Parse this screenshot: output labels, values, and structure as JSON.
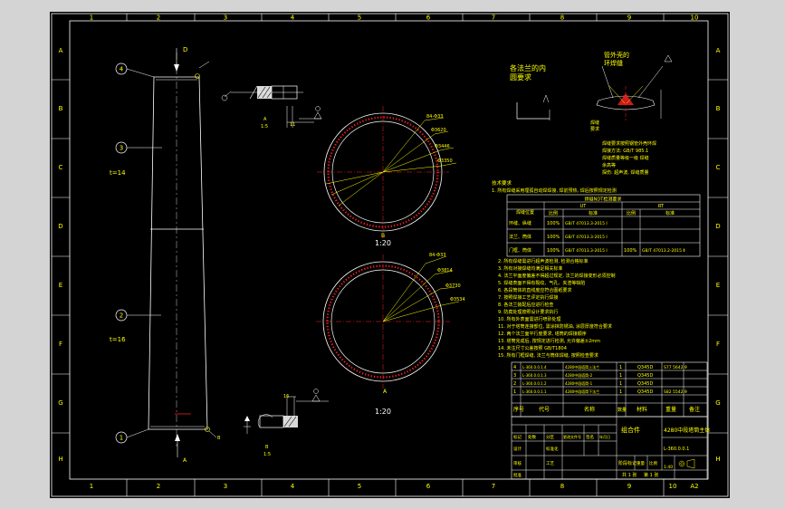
{
  "drawing": {
    "columns": [
      "1",
      "2",
      "3",
      "4",
      "5",
      "6",
      "7",
      "8",
      "9",
      "10"
    ],
    "rows": [
      "A",
      "B",
      "C",
      "D",
      "E",
      "F",
      "G",
      "H"
    ],
    "sheet_size": "A2",
    "balloons": [
      "4",
      "3",
      "2",
      "1"
    ],
    "thickness_upper": "t=14",
    "thickness_lower": "t=16",
    "view_arrow_top": "D",
    "view_arrow_bottom": "A",
    "section_b_label": "B",
    "section_b_scale": "1:20",
    "section_a_label": "A",
    "section_a_scale": "1:20",
    "detail_top_label": "A",
    "detail_top_scale": "1:5",
    "detail_bottom_label": "B",
    "detail_bottom_scale": "1:5",
    "dim_small": "11",
    "dim_bottom": "16",
    "ring_top_dims": [
      "84-Φ33",
      "Φ3620",
      "Φ3446",
      "Φ3350"
    ],
    "ring_bottom_dims": [
      "84-Φ33",
      "Φ3814",
      "Φ3730",
      "Φ3534"
    ],
    "flange_note_1": "各法兰的内",
    "flange_note_2": "圆要求",
    "weld_note_1": "管外壳的",
    "weld_note_2": "环焊缝",
    "weld_side_labels": [
      "焊缝",
      "要求"
    ],
    "weld_spec_lines": [
      "焊缝要求按照钢管外壳环焊",
      "焊接方法: GB/T 985.1",
      "焊缝质量等级一级 焊缝",
      "余高等",
      "探伤: 超声波, 焊缝质量"
    ],
    "tech_title": "技术要求",
    "tech_lines": [
      "1. 所有焊缝采用埋弧自动焊焊接, 焊前预热, 焊后按照规定检测",
      "2. 所有焊缝需进行超声波检测, 检测合格标准",
      "3. 所有对接焊缝均满足相关标准",
      "4. 法兰平面度偏差不得超过规定, 法兰的焊接变形必须控制",
      "5. 焊缝表面不得有裂纹、气孔、夹渣等缺陷",
      "6. 各段筒体的直线度应符合图纸要求",
      "7. 按照焊接工艺评定执行焊接",
      "8. 各法兰装配后应进行检查",
      "9. 防腐处理按照设计要求执行",
      "10. 所有外表面需进行喷砂处理",
      "11. 对于塔筒连接部位, 需涂抹防锈油, 涂层厚度符合要求",
      "12. 两个法兰面平行度要求, 塔筒的焊接顺序",
      "13. 塔筒完成后, 按规定进行检测, 允许偏差±2mm",
      "14. 未注尺寸公差按照 GB/T1804",
      "15. 所有门框焊缝, 法兰与筒体焊缝, 按照检查要求"
    ],
    "inspection_table": {
      "title": "焊缝NDT检测要求",
      "header": [
        "焊缝位置",
        "UT",
        "",
        "RT",
        ""
      ],
      "subheader": [
        "",
        "比例",
        "标准",
        "比例",
        "标准"
      ],
      "rows": [
        [
          "环缝、纵缝",
          "100%",
          "GB/T 47013.3-2015 Ⅰ",
          "",
          ""
        ],
        [
          "法兰、筒体",
          "100%",
          "GB/T 47013.3-2015 Ⅰ",
          "",
          ""
        ],
        [
          "门框、筒体",
          "100%",
          "GB/T 47013.3-2015 Ⅰ",
          "100%",
          "GB/T 47013.2-2015 Ⅱ"
        ]
      ]
    },
    "bom_rows": [
      [
        "4",
        "L-360.0.0.1.4",
        "4280中段塔筒上法兰",
        "1",
        "Q345D",
        "",
        "S77 5642.9"
      ],
      [
        "3",
        "L-360.0.0.1.3",
        "4280中段塔筒-2",
        "1",
        "Q345D",
        "",
        ""
      ],
      [
        "2",
        "L-360.0.0.1.2",
        "4280中段塔筒-1",
        "1",
        "Q345D",
        "",
        ""
      ],
      [
        "1",
        "L-360.0.0.1.1",
        "4280中段塔筒下法兰",
        "1",
        "Q345D",
        "",
        "S82 5542.9"
      ]
    ],
    "bom_header": [
      "序号",
      "代号",
      "名称",
      "数量",
      "材料",
      "重量",
      "备注"
    ],
    "title_block": {
      "assembly": "组合件",
      "part_name": "4280中段塔筒主体",
      "drawing_no": "L-360.0.0.1",
      "stage_label": "阶段标记",
      "weight_label": "重量",
      "scale_label": "比例",
      "scale_value": "1:40",
      "sheet_total": "共 1 张",
      "sheet_no": "第 1 张",
      "labels": [
        "标记",
        "处数",
        "分区",
        "更改文件号",
        "签名",
        "年月日",
        "设计",
        "标准化",
        "审核",
        "工艺",
        "批准"
      ]
    }
  }
}
